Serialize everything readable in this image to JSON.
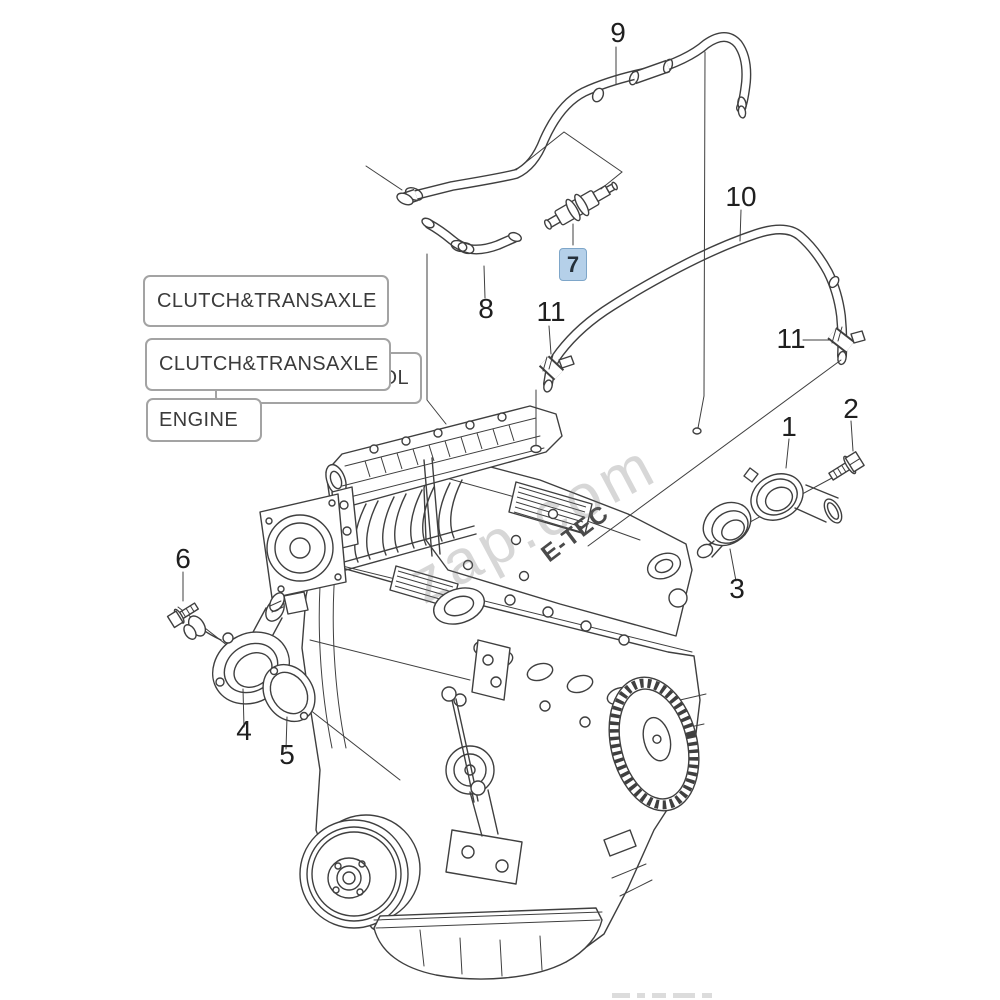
{
  "page": {
    "background": "#ffffff",
    "line_color": "#3f3f3f"
  },
  "section_labels": {
    "box1": "CLUTCH&TRANSAXLE",
    "box2": "CLUTCH&TRANSAXLE",
    "box3_fragment": "OL",
    "box4": "ENGINE"
  },
  "callouts": {
    "c1": "1",
    "c2": "2",
    "c3": "3",
    "c4": "4",
    "c5": "5",
    "c6": "6",
    "c7": "7",
    "c8": "8",
    "c9": "9",
    "c10": "10",
    "c11a": "11",
    "c11b": "11"
  },
  "highlight": {
    "part": "7",
    "fill": "#b5d0e9",
    "border": "#7ea6c9"
  },
  "engine_marking": "E-TEC",
  "watermark": "zap.com"
}
